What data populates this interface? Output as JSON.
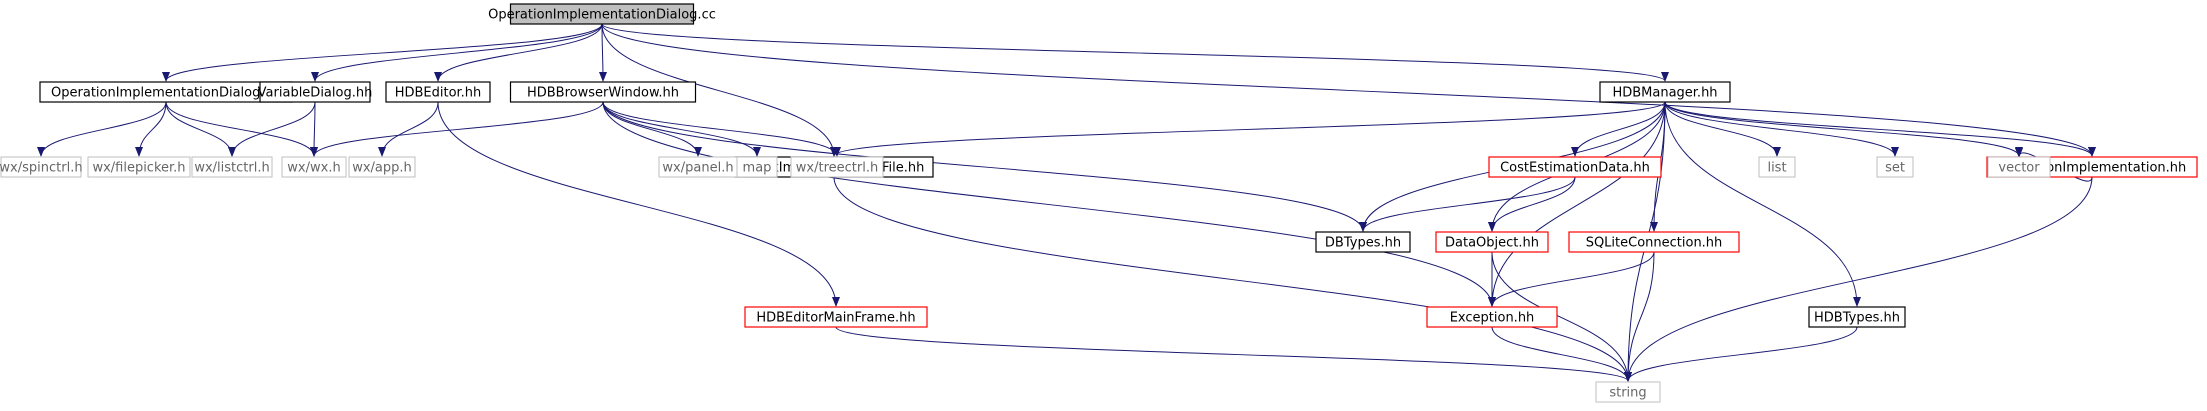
{
  "diagram": {
    "nodes": [
      {
        "id": "root",
        "label": "OperationImplementationDialog.cc",
        "style": "root"
      },
      {
        "id": "oidhh",
        "label": "OperationImplementationDialog.hh",
        "style": "normal"
      },
      {
        "id": "vdhh",
        "label": "VariableDialog.hh",
        "style": "normal"
      },
      {
        "id": "hdbedhh",
        "label": "HDBEditor.hh",
        "style": "normal"
      },
      {
        "id": "hdbbw",
        "label": "HDBBrowserWindow.hh",
        "style": "normal"
      },
      {
        "id": "bif",
        "label": "BlockImplementationFile.hh",
        "style": "normal"
      },
      {
        "id": "hdbmgr",
        "label": "HDBManager.hh",
        "style": "normal"
      },
      {
        "id": "opimpl",
        "label": "OperationImplementation.hh",
        "style": "red"
      },
      {
        "id": "spinctrl",
        "label": "wx/spinctrl.h",
        "style": "gray"
      },
      {
        "id": "filepicker",
        "label": "wx/filepicker.h",
        "style": "gray"
      },
      {
        "id": "listctrl",
        "label": "wx/listctrl.h",
        "style": "gray"
      },
      {
        "id": "wxh",
        "label": "wx/wx.h",
        "style": "gray"
      },
      {
        "id": "apph",
        "label": "wx/app.h",
        "style": "gray"
      },
      {
        "id": "panelh",
        "label": "wx/panel.h",
        "style": "gray"
      },
      {
        "id": "map",
        "label": "map",
        "style": "gray"
      },
      {
        "id": "treectrl",
        "label": "wx/treectrl.h",
        "style": "gray"
      },
      {
        "id": "costest",
        "label": "CostEstimationData.hh",
        "style": "red"
      },
      {
        "id": "list",
        "label": "list",
        "style": "gray"
      },
      {
        "id": "set",
        "label": "set",
        "style": "gray"
      },
      {
        "id": "vector",
        "label": "vector",
        "style": "gray"
      },
      {
        "id": "dbtypes",
        "label": "DBTypes.hh",
        "style": "normal"
      },
      {
        "id": "dataobj",
        "label": "DataObject.hh",
        "style": "red"
      },
      {
        "id": "sqlite",
        "label": "SQLiteConnection.hh",
        "style": "red"
      },
      {
        "id": "hdbmf",
        "label": "HDBEditorMainFrame.hh",
        "style": "red"
      },
      {
        "id": "exception",
        "label": "Exception.hh",
        "style": "red"
      },
      {
        "id": "hdbtypes",
        "label": "HDBTypes.hh",
        "style": "normal"
      },
      {
        "id": "string",
        "label": "string",
        "style": "gray"
      }
    ],
    "edges": [
      [
        "root",
        "oidhh"
      ],
      [
        "root",
        "vdhh"
      ],
      [
        "root",
        "hdbedhh"
      ],
      [
        "root",
        "hdbbw"
      ],
      [
        "root",
        "bif"
      ],
      [
        "root",
        "hdbmgr"
      ],
      [
        "root",
        "opimpl"
      ],
      [
        "oidhh",
        "spinctrl"
      ],
      [
        "oidhh",
        "filepicker"
      ],
      [
        "oidhh",
        "listctrl"
      ],
      [
        "oidhh",
        "wxh"
      ],
      [
        "vdhh",
        "listctrl"
      ],
      [
        "vdhh",
        "wxh"
      ],
      [
        "hdbedhh",
        "apph"
      ],
      [
        "hdbedhh",
        "hdbmf"
      ],
      [
        "hdbbw",
        "wxh"
      ],
      [
        "hdbbw",
        "panelh"
      ],
      [
        "hdbbw",
        "map"
      ],
      [
        "hdbbw",
        "treectrl"
      ],
      [
        "hdbbw",
        "dbtypes"
      ],
      [
        "hdbbw",
        "exception"
      ],
      [
        "bif",
        "string"
      ],
      [
        "hdbmgr",
        "bif"
      ],
      [
        "hdbmgr",
        "dbtypes"
      ],
      [
        "hdbmgr",
        "costest"
      ],
      [
        "hdbmgr",
        "dataobj"
      ],
      [
        "hdbmgr",
        "sqlite"
      ],
      [
        "hdbmgr",
        "list"
      ],
      [
        "hdbmgr",
        "set"
      ],
      [
        "hdbmgr",
        "vector"
      ],
      [
        "hdbmgr",
        "opimpl"
      ],
      [
        "hdbmgr",
        "hdbtypes"
      ],
      [
        "hdbmgr",
        "string"
      ],
      [
        "hdbmgr",
        "exception"
      ],
      [
        "costest",
        "dbtypes"
      ],
      [
        "costest",
        "dataobj"
      ],
      [
        "dataobj",
        "exception"
      ],
      [
        "dataobj",
        "string"
      ],
      [
        "sqlite",
        "exception"
      ],
      [
        "sqlite",
        "string"
      ],
      [
        "exception",
        "string"
      ],
      [
        "hdbmf",
        "string"
      ],
      [
        "hdbtypes",
        "string"
      ],
      [
        "opimpl",
        "vector"
      ],
      [
        "opimpl",
        "string"
      ]
    ],
    "colors": {
      "edge": "#191970",
      "normal_border": "#000000",
      "red_border": "#ff0000",
      "gray_border": "#bfbfbf",
      "gray_text": "#666666",
      "root_fill": "#bfbfbf",
      "text": "#000000"
    }
  }
}
